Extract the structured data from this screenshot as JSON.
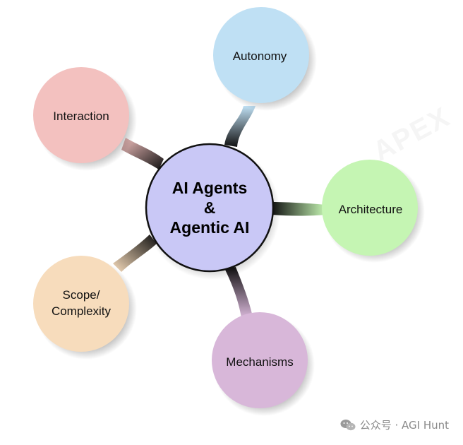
{
  "center": {
    "line1": "AI Agents",
    "line2": "&",
    "line3": "Agentic AI",
    "color": "#c9c8f6"
  },
  "nodes": {
    "autonomy": {
      "label": "Autonomy",
      "color": "#bfe0f4"
    },
    "interaction": {
      "label": "Interaction",
      "color": "#f3c1bf"
    },
    "architecture": {
      "label": "Architecture",
      "color": "#c5f5b3"
    },
    "scope": {
      "line1": "Scope/",
      "line2": "Complexity",
      "color": "#f7dcbc"
    },
    "mechanisms": {
      "label": "Mechanisms",
      "color": "#d8b7d9"
    }
  },
  "watermark": {
    "text": "公众号 · AGI Hunt",
    "icon": "wechat-icon"
  }
}
